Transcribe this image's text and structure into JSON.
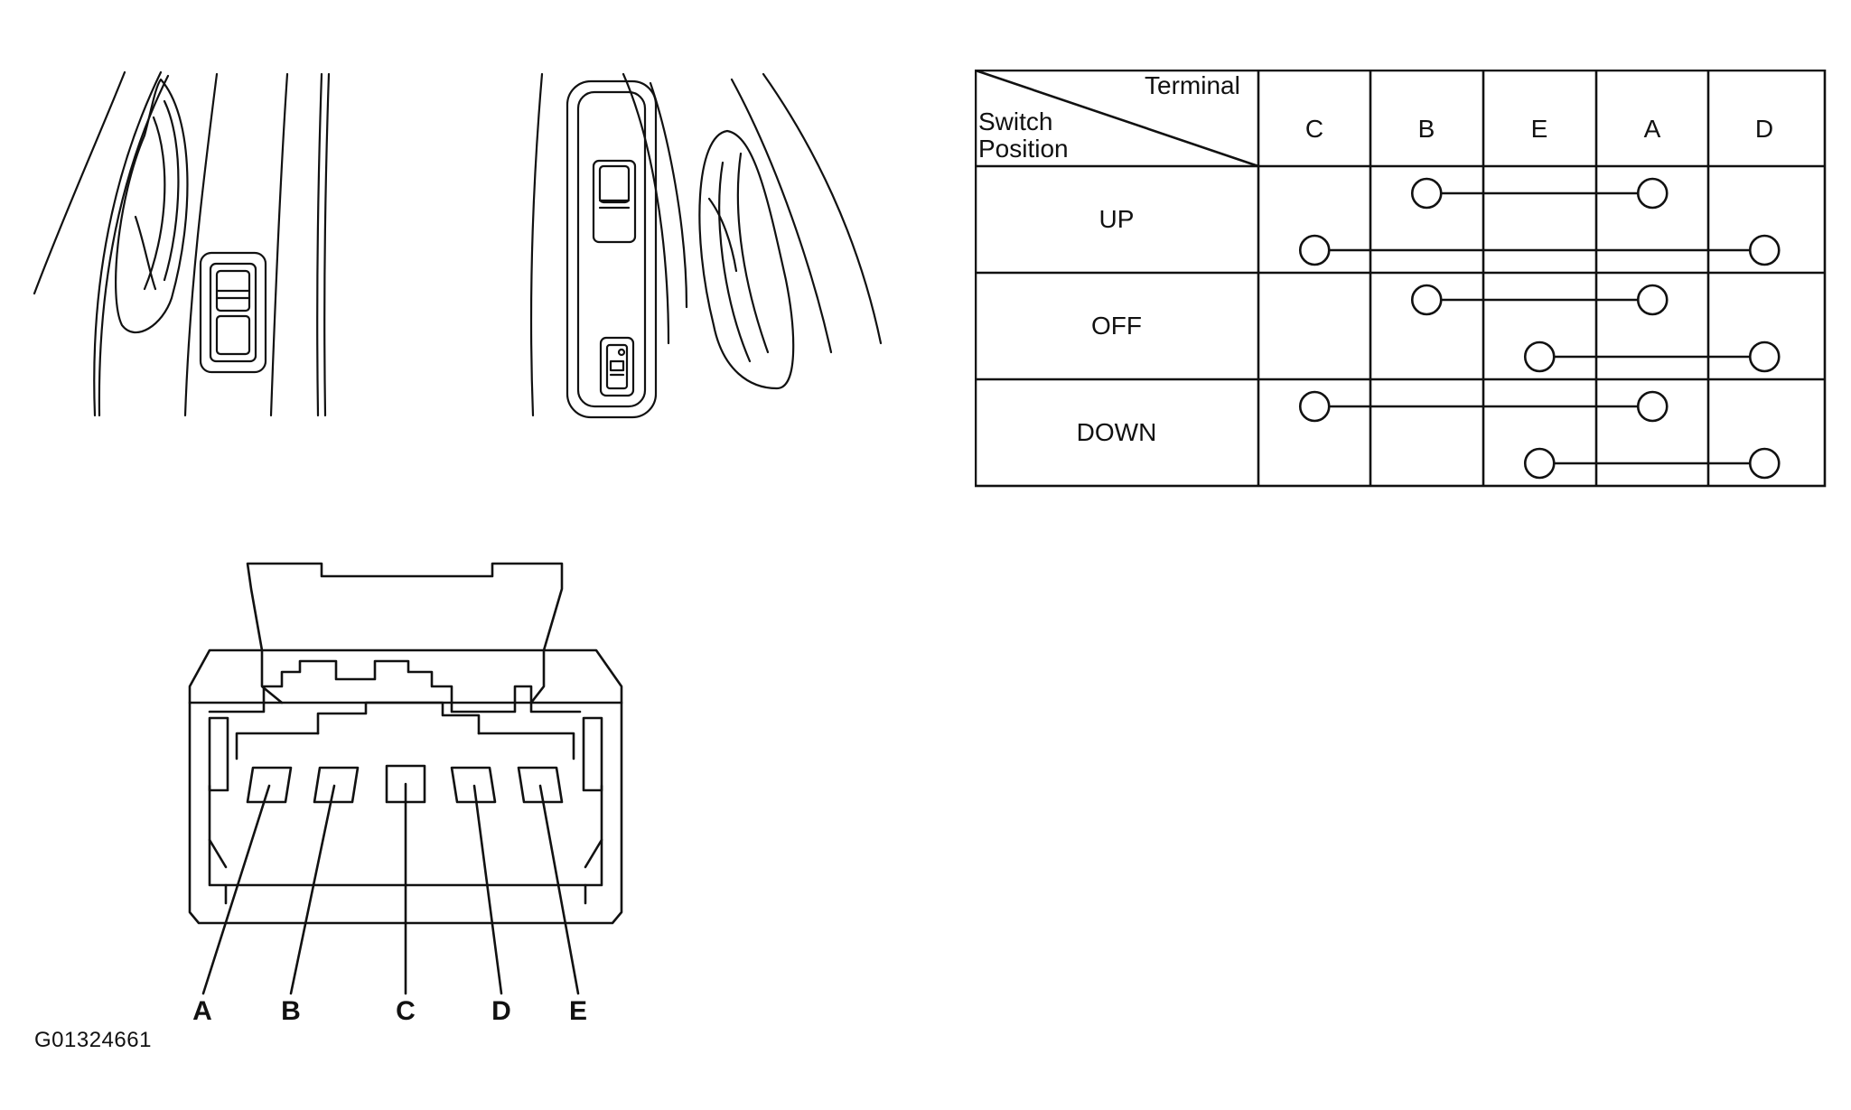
{
  "table": {
    "header_terminal": "Terminal",
    "header_switch": "Switch",
    "header_position": "Position",
    "columns": [
      "C",
      "B",
      "E",
      "A",
      "D"
    ],
    "rows": [
      {
        "label": "UP",
        "connections": [
          [
            "B",
            "A"
          ],
          [
            "C",
            "D"
          ]
        ]
      },
      {
        "label": "OFF",
        "connections": [
          [
            "B",
            "A"
          ],
          [
            "E",
            "D"
          ]
        ]
      },
      {
        "label": "DOWN",
        "connections": [
          [
            "C",
            "A"
          ],
          [
            "E",
            "D"
          ]
        ]
      }
    ]
  },
  "connector": {
    "pins": [
      "A",
      "B",
      "C",
      "D",
      "E"
    ]
  },
  "figure_id": "G01324661"
}
